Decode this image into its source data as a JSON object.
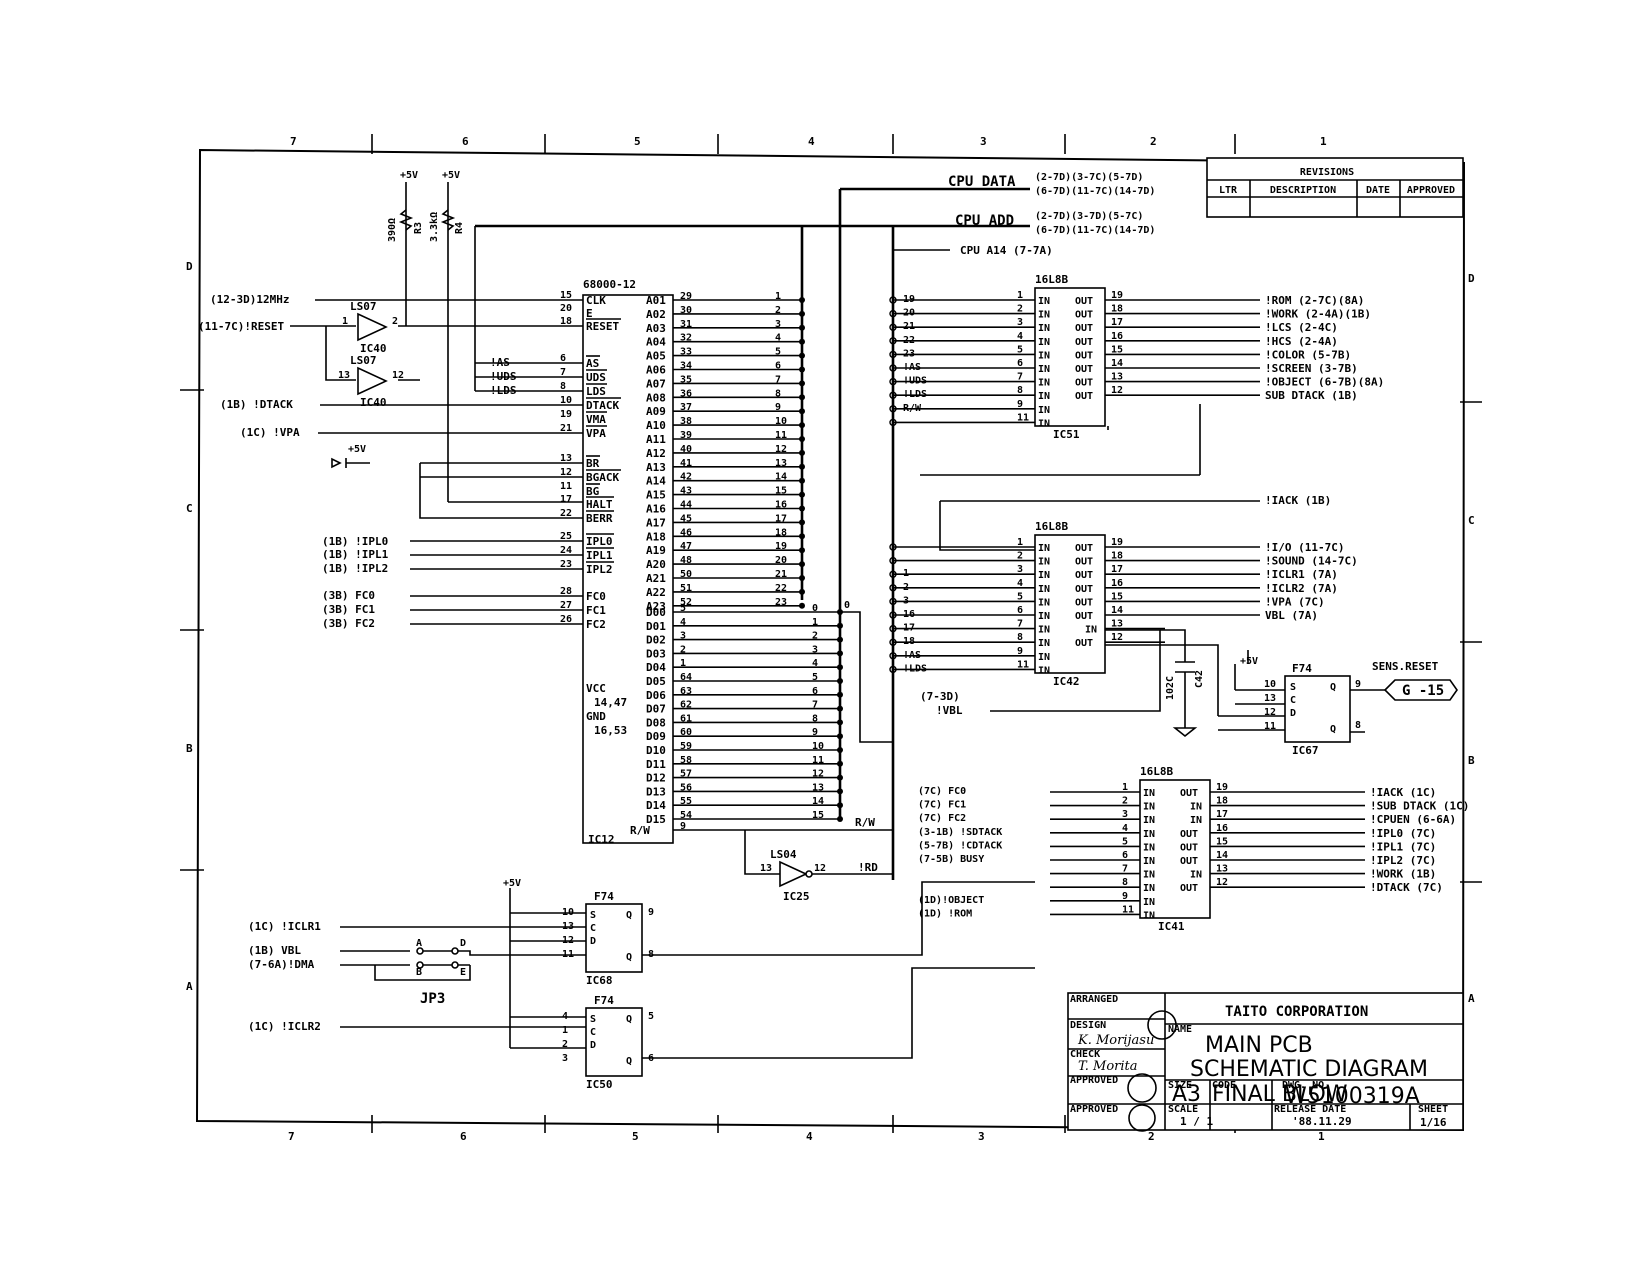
{
  "frame": {
    "zones_top": [
      "7",
      "6",
      "5",
      "4",
      "3",
      "2",
      "1"
    ],
    "zones_bottom": [
      "7",
      "6",
      "5",
      "4",
      "3",
      "2",
      "1"
    ],
    "zones_left": [
      "D",
      "C",
      "B",
      "A"
    ],
    "zones_right": [
      "D",
      "C",
      "B",
      "A"
    ]
  },
  "revisions": {
    "title": "REVISIONS",
    "cols": [
      "LTR",
      "DESCRIPTION",
      "DATE",
      "APPROVED"
    ]
  },
  "bus_labels": {
    "cpu_data": "CPU DATA",
    "cpu_data_refs": [
      "(2-7D)(3-7C)(5-7D)",
      "(6-7D)(11-7C)(14-7D)"
    ],
    "cpu_add": "CPU ADD",
    "cpu_add_refs": [
      "(2-7D)(3-7D)(5-7C)",
      "(6-7D)(11-7C)(14-7D)"
    ],
    "cpu_a14": "CPU A14 (7-7A)"
  },
  "power": {
    "plus5": "+5V",
    "r3_val": "390Ω",
    "r3": "R3",
    "r4_val": "3.3kΩ",
    "r4": "R4"
  },
  "cpu": {
    "part": "68000-12",
    "ref": "IC12",
    "vcc": "VCC",
    "vcc_pins": "14,47",
    "gnd": "GND",
    "gnd_pins": "16,53",
    "left_pins": [
      {
        "pin": "15",
        "name": "CLK"
      },
      {
        "pin": "20",
        "name": "E"
      },
      {
        "pin": "18",
        "name": "RESET"
      },
      {
        "pin": "6",
        "name": "AS"
      },
      {
        "pin": "7",
        "name": "UDS"
      },
      {
        "pin": "8",
        "name": "LDS"
      },
      {
        "pin": "10",
        "name": "DTACK"
      },
      {
        "pin": "19",
        "name": "VMA"
      },
      {
        "pin": "21",
        "name": "VPA"
      },
      {
        "pin": "13",
        "name": "BR"
      },
      {
        "pin": "12",
        "name": "BGACK"
      },
      {
        "pin": "11",
        "name": "BG"
      },
      {
        "pin": "17",
        "name": "HALT"
      },
      {
        "pin": "22",
        "name": "BERR"
      },
      {
        "pin": "25",
        "name": "IPL0"
      },
      {
        "pin": "24",
        "name": "IPL1"
      },
      {
        "pin": "23",
        "name": "IPL2"
      },
      {
        "pin": "28",
        "name": "FC0"
      },
      {
        "pin": "27",
        "name": "FC1"
      },
      {
        "pin": "26",
        "name": "FC2"
      }
    ],
    "addr": [
      {
        "name": "A01",
        "pin": "29",
        "bus": "1"
      },
      {
        "name": "A02",
        "pin": "30",
        "bus": "2"
      },
      {
        "name": "A03",
        "pin": "31",
        "bus": "3"
      },
      {
        "name": "A04",
        "pin": "32",
        "bus": "4"
      },
      {
        "name": "A05",
        "pin": "33",
        "bus": "5"
      },
      {
        "name": "A06",
        "pin": "34",
        "bus": "6"
      },
      {
        "name": "A07",
        "pin": "35",
        "bus": "7"
      },
      {
        "name": "A08",
        "pin": "36",
        "bus": "8"
      },
      {
        "name": "A09",
        "pin": "37",
        "bus": "9"
      },
      {
        "name": "A10",
        "pin": "38",
        "bus": "10"
      },
      {
        "name": "A11",
        "pin": "39",
        "bus": "11"
      },
      {
        "name": "A12",
        "pin": "40",
        "bus": "12"
      },
      {
        "name": "A13",
        "pin": "41",
        "bus": "13"
      },
      {
        "name": "A14",
        "pin": "42",
        "bus": "14"
      },
      {
        "name": "A15",
        "pin": "43",
        "bus": "15"
      },
      {
        "name": "A16",
        "pin": "44",
        "bus": "16"
      },
      {
        "name": "A17",
        "pin": "45",
        "bus": "17"
      },
      {
        "name": "A18",
        "pin": "46",
        "bus": "18"
      },
      {
        "name": "A19",
        "pin": "47",
        "bus": "19"
      },
      {
        "name": "A20",
        "pin": "48",
        "bus": "20"
      },
      {
        "name": "A21",
        "pin": "50",
        "bus": "21"
      },
      {
        "name": "A22",
        "pin": "51",
        "bus": "22"
      },
      {
        "name": "A23",
        "pin": "52",
        "bus": "23"
      }
    ],
    "data": [
      {
        "name": "D00",
        "pin": "5",
        "bus": "0"
      },
      {
        "name": "D01",
        "pin": "4",
        "bus": "1"
      },
      {
        "name": "D02",
        "pin": "3",
        "bus": "2"
      },
      {
        "name": "D03",
        "pin": "2",
        "bus": "3"
      },
      {
        "name": "D04",
        "pin": "1",
        "bus": "4"
      },
      {
        "name": "D05",
        "pin": "64",
        "bus": "5"
      },
      {
        "name": "D06",
        "pin": "63",
        "bus": "6"
      },
      {
        "name": "D07",
        "pin": "62",
        "bus": "7"
      },
      {
        "name": "D08",
        "pin": "61",
        "bus": "8"
      },
      {
        "name": "D09",
        "pin": "60",
        "bus": "9"
      },
      {
        "name": "D10",
        "pin": "59",
        "bus": "10"
      },
      {
        "name": "D11",
        "pin": "58",
        "bus": "11"
      },
      {
        "name": "D12",
        "pin": "57",
        "bus": "12"
      },
      {
        "name": "D13",
        "pin": "56",
        "bus": "13"
      },
      {
        "name": "D14",
        "pin": "55",
        "bus": "14"
      },
      {
        "name": "D15",
        "pin": "54",
        "bus": "15"
      }
    ],
    "rw": {
      "name": "R/W",
      "pin": "9"
    }
  },
  "inputs": {
    "clk": "(12-3D)12MHz",
    "reset": "(11-7C)!RESET",
    "dtack": "(1B) !DTACK",
    "vpa": "(1C) !VPA",
    "ipl": [
      "(1B) !IPL0",
      "(1B) !IPL1",
      "(1B) !IPL2"
    ],
    "fc": [
      "(3B)   FC0",
      "(3B)   FC1",
      "(3B)   FC2"
    ],
    "as": "!AS",
    "uds": "!UDS",
    "lds": "!LDS",
    "d0tap": "0"
  },
  "buffers": {
    "a": {
      "type": "LS07",
      "ref": "IC40",
      "in": "1",
      "out": "2"
    },
    "b": {
      "type": "LS07",
      "ref": "IC40",
      "in": "13",
      "out": "12"
    },
    "inv": {
      "type": "LS04",
      "ref": "IC25",
      "in": "13",
      "out": "12",
      "label": "!RD"
    },
    "rw": "R/W"
  },
  "pal51": {
    "part": "16L8B",
    "ref": "IC51",
    "in_pins": [
      "1",
      "2",
      "3",
      "4",
      "5",
      "6",
      "7",
      "8",
      "9",
      "11"
    ],
    "in_labels": [
      "19",
      "20",
      "21",
      "22",
      "23",
      "!AS",
      "!UDS",
      "!LDS",
      "R/W",
      ""
    ],
    "out_pins": [
      "19",
      "18",
      "17",
      "16",
      "15",
      "14",
      "13",
      "12"
    ],
    "outputs": [
      "!ROM      (2-7C)(8A)",
      "!WORK     (2-4A)(1B)",
      "!LCS      (2-4C)",
      "!HCS      (2-4A)",
      "!COLOR    (5-7B)",
      "!SCREEN   (3-7B)",
      "!OBJECT   (6-7B)(8A)",
      "SUB DTACK  (1B)"
    ],
    "in": "IN",
    "out": "OUT"
  },
  "iack": "!IACK (1B)",
  "pal42": {
    "part": "16L8B",
    "ref": "IC42",
    "in_pins": [
      "1",
      "2",
      "3",
      "4",
      "5",
      "6",
      "7",
      "8",
      "9",
      "11"
    ],
    "in_labels": [
      "",
      "",
      "1",
      "2",
      "3",
      "16",
      "17",
      "18",
      "!AS",
      "!LDS"
    ],
    "out_pins": [
      "19",
      "18",
      "17",
      "16",
      "15",
      "14",
      "13",
      "12"
    ],
    "pin_types": [
      "OUT",
      "OUT",
      "OUT",
      "OUT",
      "OUT",
      "OUT",
      "IN",
      "OUT"
    ],
    "outputs": [
      "!I/O     (11-7C)",
      "!SOUND   (14-7C)",
      "!ICLR1   (7A)",
      "!ICLR2   (7A)",
      "!VPA     (7C)",
      "VBL      (7A)",
      "",
      ""
    ],
    "vbl": "(7-3D)",
    "vbl2": "!VBL",
    "cap": "C42",
    "capval": "102C",
    "in": "IN"
  },
  "ff67": {
    "type": "F74",
    "ref": "IC67",
    "pins": [
      "10",
      "13",
      "12",
      "11"
    ],
    "q": "9",
    "qb": "8",
    "pins_l": [
      "S",
      "C",
      "D",
      ""
    ],
    "label": "SENS.RESET",
    "conn": "G -15",
    "qname": "Q",
    "qbname": "Q"
  },
  "pal41": {
    "part": "16L8B",
    "ref": "IC41",
    "in_pins": [
      "1",
      "2",
      "3",
      "4",
      "5",
      "6",
      "7",
      "8",
      "9",
      "11"
    ],
    "in_labels": [
      "(7C) FC0",
      "(7C) FC1",
      "(7C) FC2",
      "(3-1B) !SDTACK",
      "(5-7B) !CDTACK",
      "(7-5B)  BUSY",
      "",
      "",
      "(1D)!OBJECT",
      "(1D) !ROM"
    ],
    "out_pins": [
      "19",
      "18",
      "17",
      "16",
      "15",
      "14",
      "13",
      "12"
    ],
    "pin_types": [
      "OUT",
      "IN",
      "IN",
      "OUT",
      "OUT",
      "OUT",
      "IN",
      "OUT"
    ],
    "outputs": [
      "!IACK      (1C)",
      "!SUB DTACK (1C)",
      "!CPUEN    (6-6A)",
      "!IPL0      (7C)",
      "!IPL1      (7C)",
      "!IPL2      (7C)",
      "!WORK      (1B)",
      "!DTACK     (7C)"
    ],
    "in": "IN"
  },
  "ff68": {
    "type": "F74",
    "ref": "IC68",
    "pins": [
      "10",
      "13",
      "12",
      "11"
    ],
    "q": "9",
    "qb": "8",
    "input": "(1C) !ICLR1"
  },
  "ff50": {
    "type": "F74",
    "ref": "IC50",
    "pins": [
      "4",
      "1",
      "2",
      "3"
    ],
    "q": "5",
    "qb": "6",
    "input": "(1C) !ICLR2"
  },
  "jumper": {
    "ref": "JP3",
    "in1": "(1B)  VBL",
    "in2": "(7-6A)!DMA",
    "pins": [
      "A",
      "D",
      "B",
      "E"
    ]
  },
  "title_block": {
    "company": "TAITO CORPORATION",
    "row_labels": [
      "ARRANGED",
      "DESIGN",
      "CHECK",
      "APPROVED",
      "APPROVED"
    ],
    "signatures": [
      "K. Morijasu",
      "T. Morita"
    ],
    "name_label": "NAME",
    "name1": "MAIN  PCB",
    "name2": "SCHEMATIC  DIAGRAM",
    "size_label": "SIZE",
    "size": "A3",
    "code_label": "CODE",
    "code": "FINAL BLOW",
    "dwg_label": "DWG. NO.",
    "dwg": "W5100319A",
    "scale_label": "SCALE",
    "scale": "1 / 1",
    "release_label": "RELEASE DATE",
    "release": "'88.11.29",
    "sheet_label": "SHEET",
    "sheet": "1/16"
  }
}
